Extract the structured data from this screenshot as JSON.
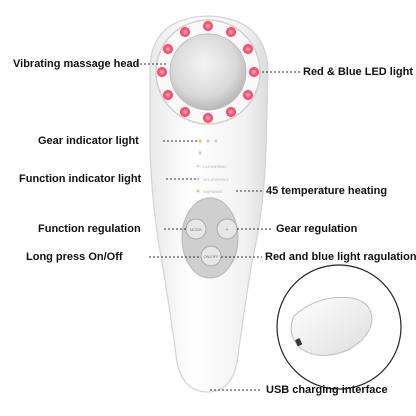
{
  "labels": {
    "massage_head": "Vibrating massage head",
    "led_light": "Red & Blue LED light",
    "gear_indicator": "Gear indicator light",
    "function_indicator": "Function indicator light",
    "temperature": "45 temperature heating",
    "function_regulation": "Function regulation",
    "gear_regulation": "Gear regulation",
    "power": "Long press On/Off",
    "rb_regulation": "Red and blue light ragulation",
    "usb": "USB charging interface"
  },
  "device": {
    "indicator_rows": [
      "CLEANSING",
      "NOURISHING",
      "WARMING"
    ],
    "function_button_text": "MODE",
    "power_button_text": "ON/OFF"
  },
  "colors": {
    "led": "#ff4d6d",
    "led_glow": "#ffb3c1",
    "body": "#f7f7f7",
    "outline": "#d8d8d8"
  }
}
